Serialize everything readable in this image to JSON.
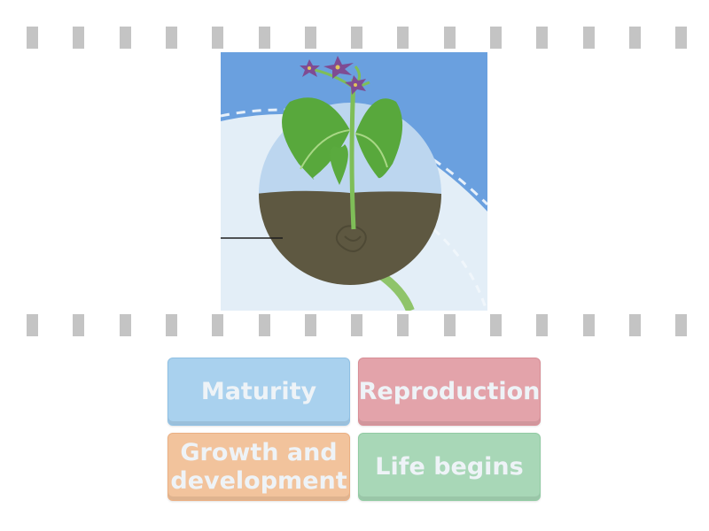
{
  "activity": {
    "image_semantic": "plant-lifecycle-illustration",
    "options": [
      {
        "label": "Maturity",
        "color": "#a9d1ee"
      },
      {
        "label": "Reproduction",
        "color": "#e3a3aa"
      },
      {
        "label": "Growth and development",
        "color": "#f2c39c"
      },
      {
        "label": "Life begins",
        "color": "#a8d7b7"
      }
    ]
  },
  "colors": {
    "film_hole": "#c4c4c4",
    "sky": "#6aa0df",
    "soil": "#5e5841",
    "leaf": "#58a83c",
    "stem": "#8fc46a",
    "flower": "#7f4c93"
  }
}
